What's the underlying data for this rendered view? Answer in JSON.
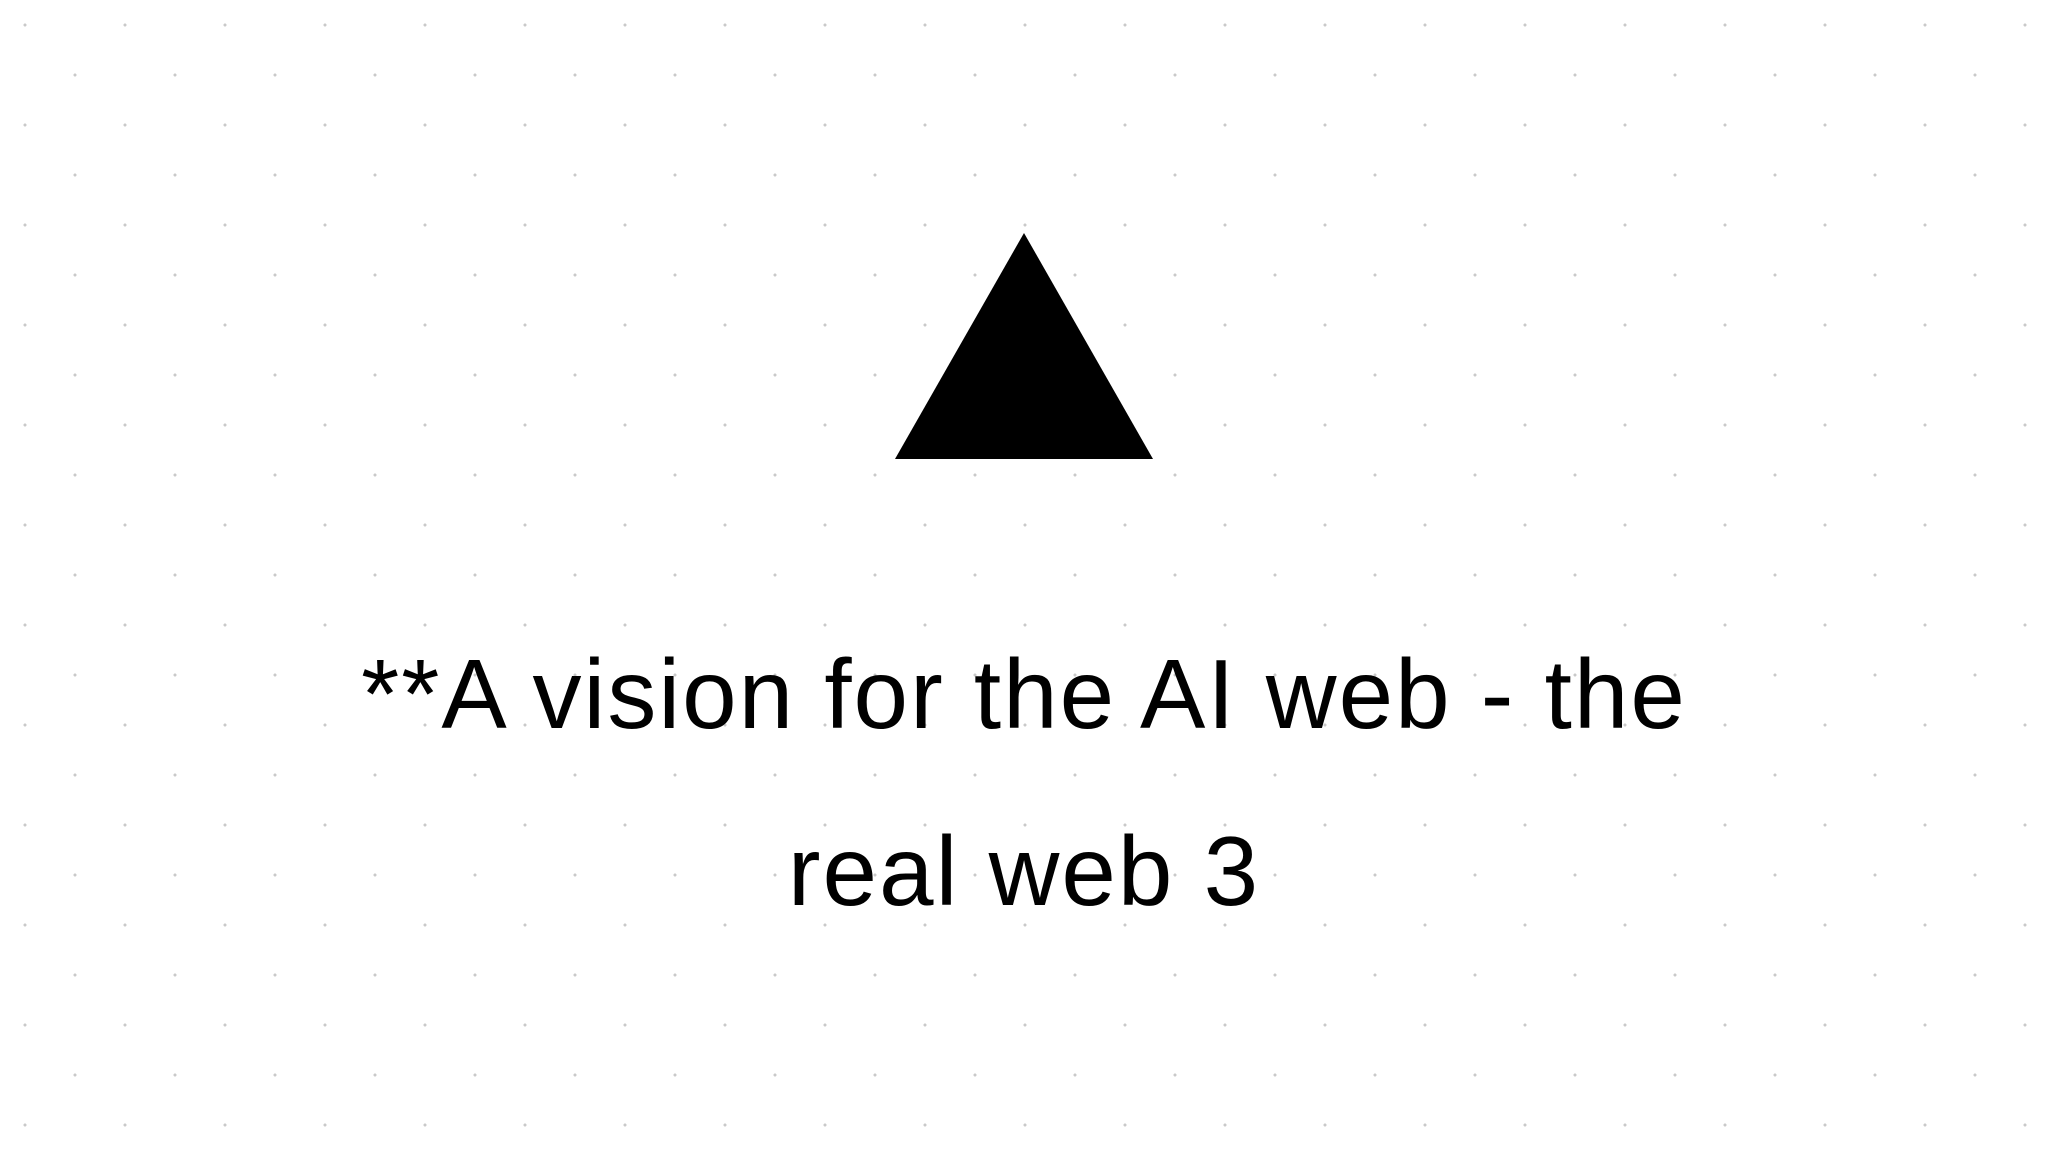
{
  "page": {
    "background_color": "#ffffff",
    "dot_color": "#c9c9c9",
    "foreground_color": "#000000"
  },
  "logo": {
    "shape": "triangle",
    "color": "#000000"
  },
  "title": {
    "full_text": "**A vision for the AI web - the real web 3",
    "lines": [
      "**A vision for the AI web - the",
      "real web 3"
    ],
    "color": "#000000"
  }
}
